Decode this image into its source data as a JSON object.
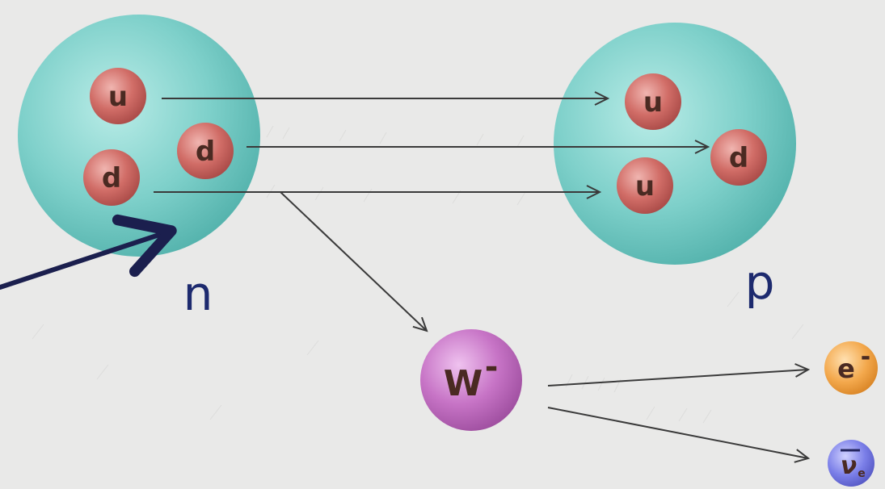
{
  "diagram": {
    "neutron": {
      "label": "n",
      "quarks": [
        "u",
        "d",
        "d"
      ]
    },
    "proton": {
      "label": "p",
      "quarks": [
        "u",
        "d",
        "u"
      ]
    },
    "boson": {
      "symbol": "W",
      "charge": "-"
    },
    "electron": {
      "symbol": "e",
      "charge": "-"
    },
    "antineutrino": {
      "symbol": "ν",
      "subscript": "e"
    },
    "colors": {
      "background": "#e9e9e8",
      "hadron": "#7ecfc9",
      "quark": "#c9625f",
      "boson": "#c46fc4",
      "electron": "#f2a64a",
      "antineutrino": "#7a7ee6",
      "arrow": "#3a3a3a",
      "pointer_arrow": "#1b1f4e",
      "hadron_label": "#1d2a6e"
    }
  }
}
